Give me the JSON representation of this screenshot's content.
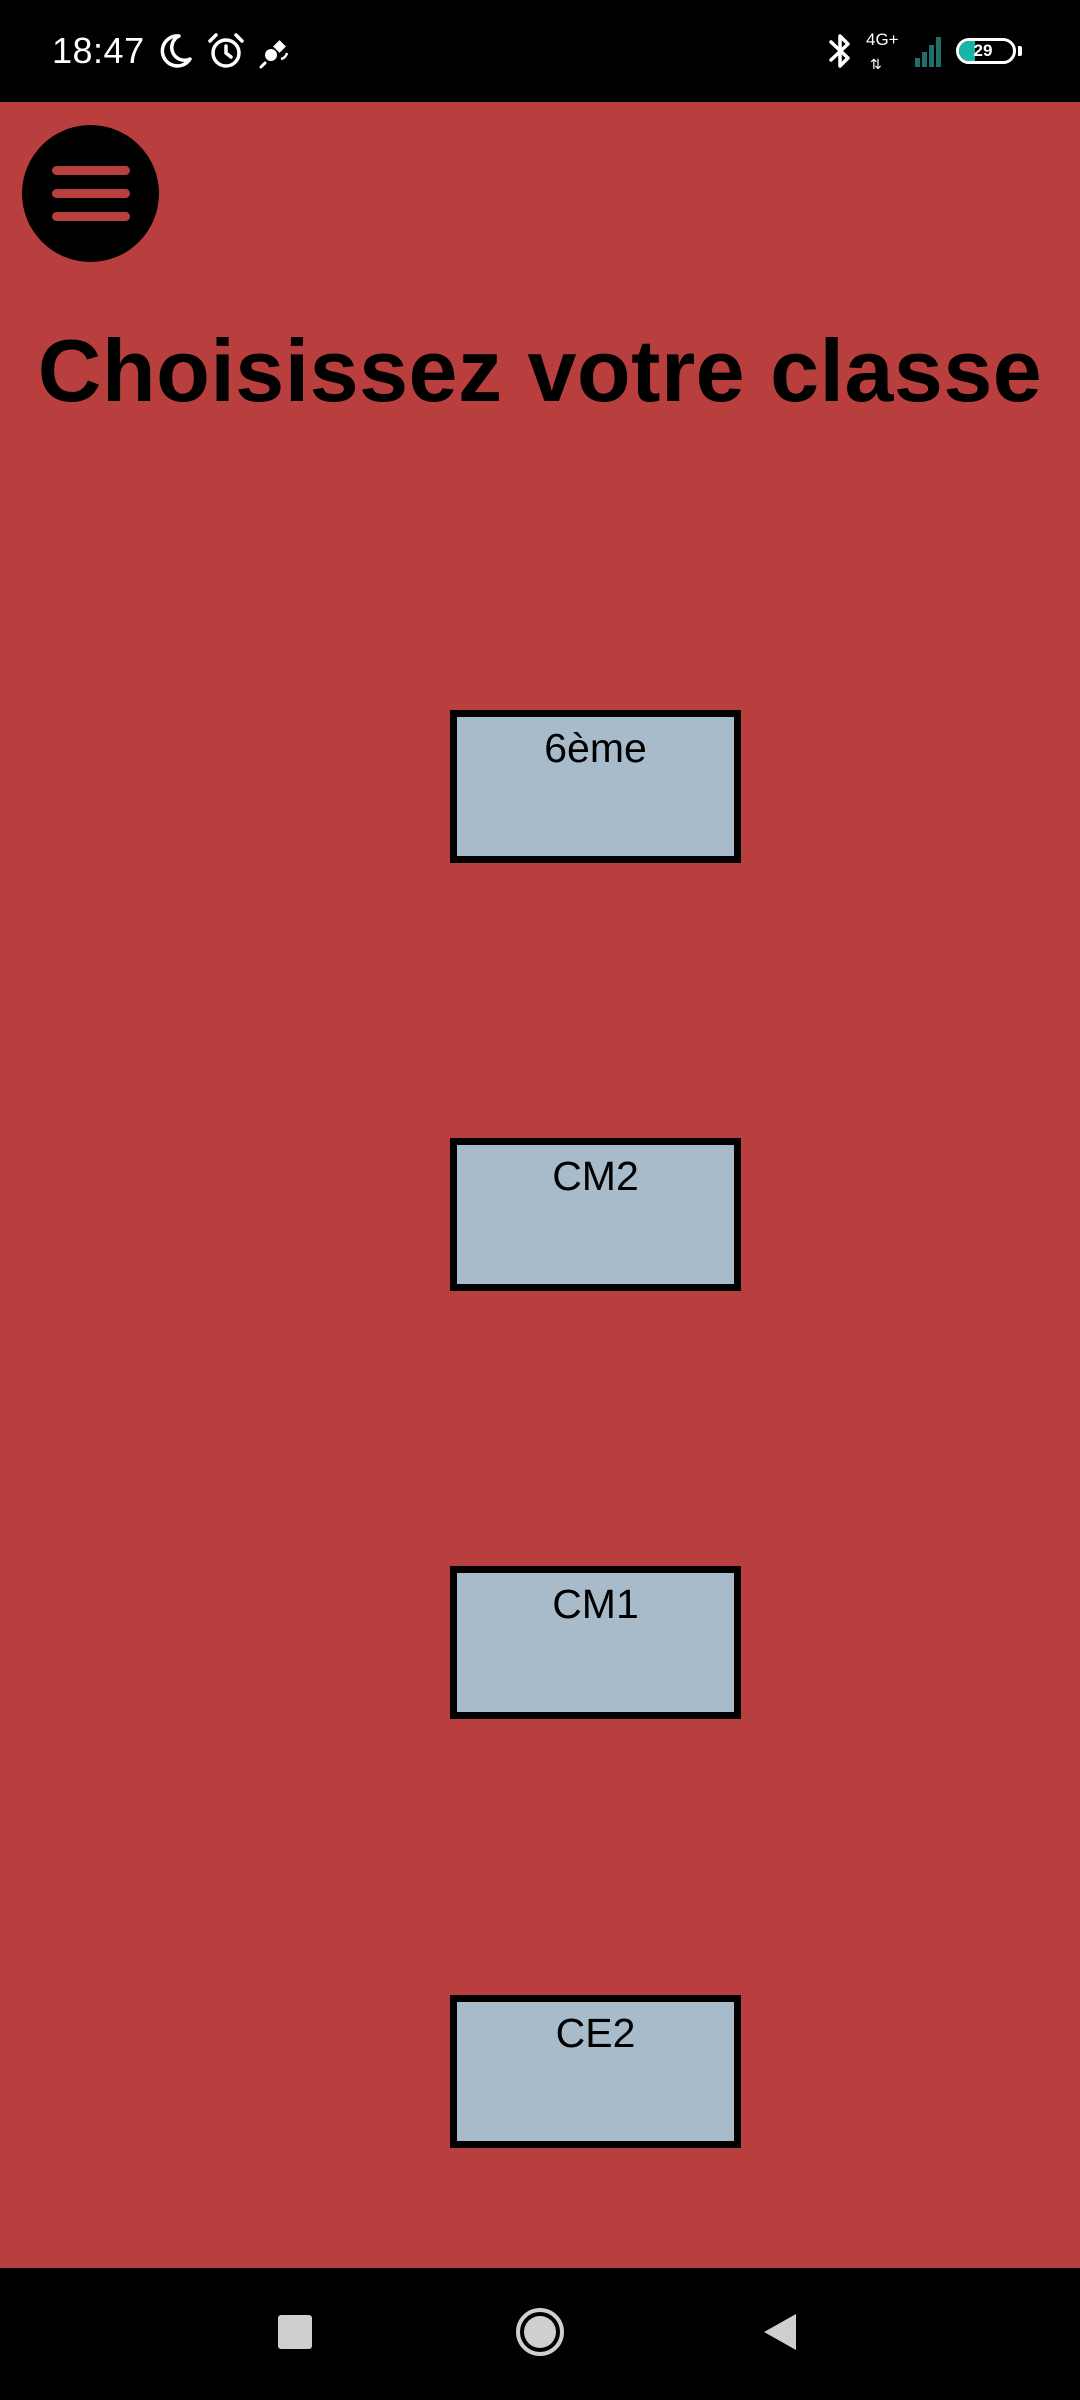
{
  "status_bar": {
    "time": "18:47",
    "network_type": "4G+",
    "battery_level": "29",
    "battery_fraction": 0.29,
    "icons": [
      "moon-icon",
      "alarm-icon",
      "satellite-icon",
      "bluetooth-icon",
      "signal-icon",
      "battery-icon"
    ]
  },
  "header": {
    "menu_icon": "hamburger-menu-icon"
  },
  "page": {
    "title": "Choisissez votre classe"
  },
  "classes": [
    {
      "label": "6ème"
    },
    {
      "label": "CM2"
    },
    {
      "label": "CM1"
    },
    {
      "label": "CE2"
    }
  ],
  "nav_bar": {
    "icons": [
      "recents-square-icon",
      "home-circle-icon",
      "back-triangle-icon"
    ]
  },
  "colors": {
    "background": "#b93e3e",
    "button_fill": "#a8bbcb",
    "button_border": "#000000",
    "title_text": "#000000",
    "battery_accent": "#18b6a6"
  }
}
